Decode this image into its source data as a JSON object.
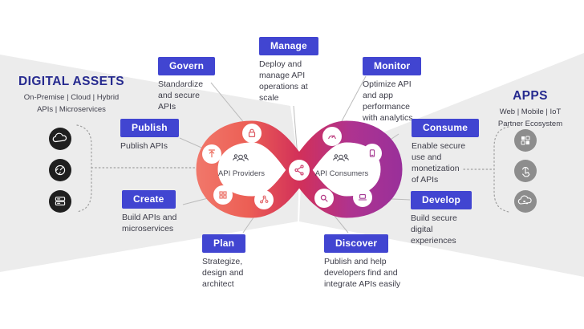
{
  "left_panel": {
    "title": "DIGITAL ASSETS",
    "subtitle": [
      "On-Premise | Cloud | Hybrid",
      "APIs | Microservices"
    ],
    "icons": [
      "cloud-icon",
      "analytics-icon",
      "server-icon"
    ]
  },
  "right_panel": {
    "title": "APPS",
    "subtitle": [
      "Web | Mobile | IoT",
      "Partner Ecosystem"
    ],
    "icons": [
      "apps-grid-icon",
      "touch-icon",
      "cloud-iot-icon"
    ]
  },
  "loop": {
    "left_label": "API Providers",
    "right_label": "API Consumers",
    "marker_icons": [
      "lock-icon",
      "upload-icon",
      "blocks-icon",
      "network-icon",
      "share-icon",
      "gauge-icon",
      "phone-icon",
      "search-icon",
      "laptop-icon"
    ]
  },
  "stages": [
    {
      "label": "Govern",
      "lines": [
        "Standardize",
        "and secure",
        "APIs"
      ]
    },
    {
      "label": "Manage",
      "lines": [
        "Deploy and",
        "manage API",
        "operations at",
        "scale"
      ]
    },
    {
      "label": "Monitor",
      "lines": [
        "Optimize API",
        "and app",
        "performance",
        "with analytics"
      ]
    },
    {
      "label": "Publish",
      "lines": [
        "Publish APIs"
      ]
    },
    {
      "label": "Create",
      "lines": [
        "Build APIs and",
        "microservices"
      ]
    },
    {
      "label": "Plan",
      "lines": [
        "Strategize,",
        "design and",
        "architect"
      ]
    },
    {
      "label": "Discover",
      "lines": [
        "Publish and help",
        "developers find and",
        "integrate APIs easily"
      ]
    },
    {
      "label": "Consume",
      "lines": [
        "Enable secure",
        "use and",
        "monetization",
        "of APIs"
      ]
    },
    {
      "label": "Develop",
      "lines": [
        "Build secure",
        "digital",
        "experiences"
      ]
    }
  ],
  "colors": {
    "pill_blue": "#4145d1",
    "heading_navy": "#262a8f",
    "body_text": "#3d3d49",
    "panel_gray": "#ececec",
    "dark_icon_bg": "#1f1f1f",
    "gray_icon_bg": "#8d8d8d",
    "gradient_start": "#f1786b",
    "gradient_mid": "#d23059",
    "gradient_end": "#99309a"
  }
}
